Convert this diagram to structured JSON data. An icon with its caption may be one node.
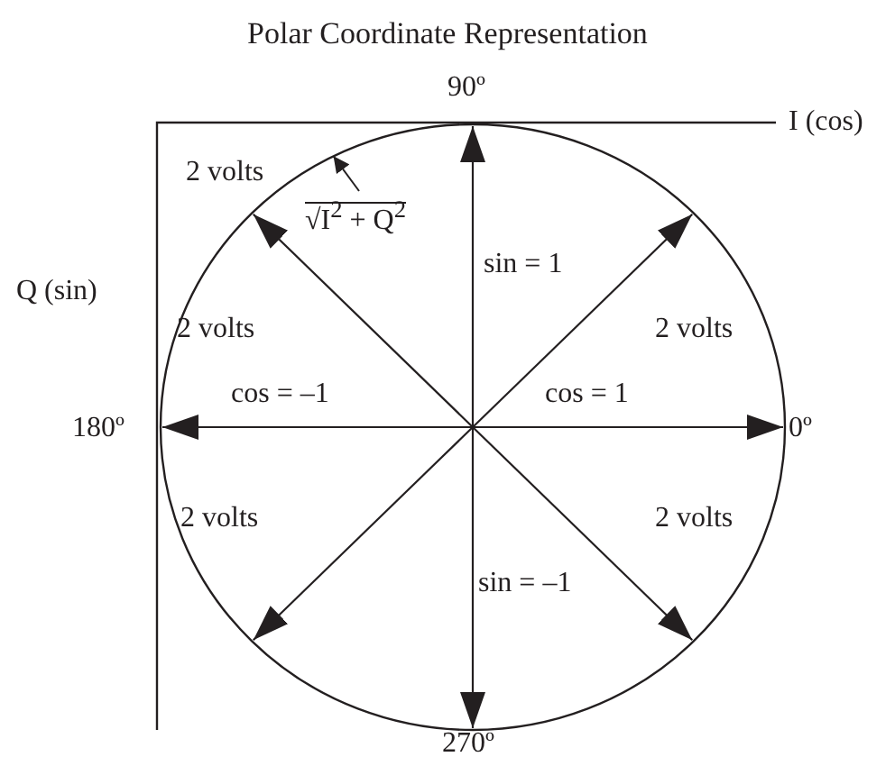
{
  "diagram": {
    "title": "Polar Coordinate Representation",
    "nodes": [
      {
        "text": [],
        "shape": "circle"
      },
      {
        "text": [
          "√I$^{2}$ + Q$^{2}$"
        ],
        "in": 0
      }
    ],
    "edges": [
      {
        "from": 1,
        "to": 0,
        "arrow": "to"
      }
    ],
    "labels": [
      "90º",
      "I (cos)",
      "2 volts",
      "Q (sin)",
      "2 volts",
      "sin = 1",
      "2 volts",
      "cos = –1",
      "cos = 1",
      "180º",
      "0º",
      "2 volts",
      "2 volts",
      "sin = –1",
      "270º"
    ]
  }
}
